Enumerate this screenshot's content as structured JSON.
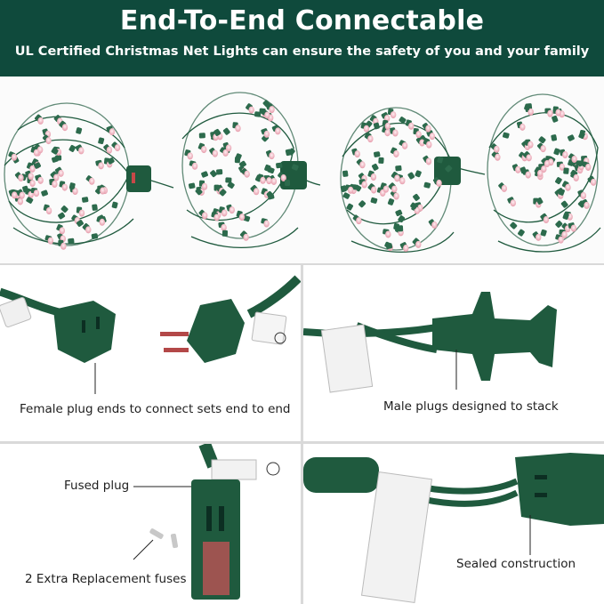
{
  "header": {
    "title": "End-To-End Connectable",
    "subtitle": "UL Certified Christmas Net Lights can ensure the safety of you and your family"
  },
  "panels": {
    "female_plug": {
      "caption": "Female plug ends to connect sets end to end"
    },
    "male_plug": {
      "caption": "Male plugs designed to stack"
    },
    "fused_plug": {
      "caption": "Fused plug",
      "fuses_caption": "2 Extra Replacement fuses"
    },
    "sealed": {
      "caption": "Sealed construction"
    }
  },
  "colors": {
    "banner": "#0f4a3c",
    "wire_green": "#1f5a3e",
    "bulb_pink": "#f2b6c2"
  }
}
